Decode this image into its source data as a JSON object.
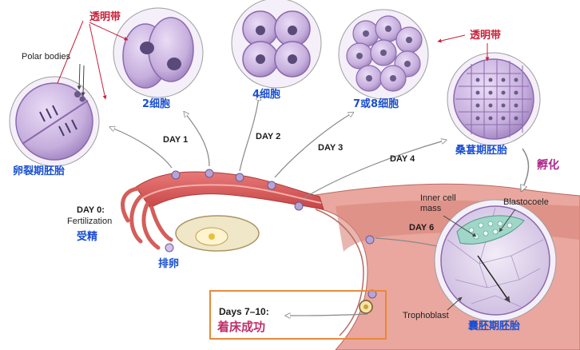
{
  "labels": {
    "zona_top": "透明带",
    "zona_right": "透明带",
    "polar_bodies": "Polar bodies",
    "cleavage": "卵裂期胚胎",
    "cell2": "2细胞",
    "cell4": "4细胞",
    "cell78": "7或8细胞",
    "morula": "桑葚期胚胎",
    "hatching": "孵化",
    "day1": "DAY 1",
    "day2": "DAY 2",
    "day3": "DAY 3",
    "day4": "DAY 4",
    "day6": "DAY 6",
    "day0": "DAY 0:",
    "fertilization_en": "Fertilization",
    "fertilization_cn": "受精",
    "ovulation": "排卵",
    "inner_cell_mass": "Inner cell mass",
    "blastocoele": "Blastocoele",
    "trophoblast": "Trophoblast",
    "blastocyst": "囊胚期胚胎",
    "days710": "Days 7–10:",
    "implantation": "着床成功"
  },
  "colors": {
    "cell_fill": "#c9b3e0",
    "cell_stroke": "#8a6aad",
    "nucleus": "#5a4a7a",
    "tube": "#d85a5a",
    "label_red": "#c8213a",
    "label_blue": "#1a4fd0",
    "box_orange": "#e8893a"
  }
}
